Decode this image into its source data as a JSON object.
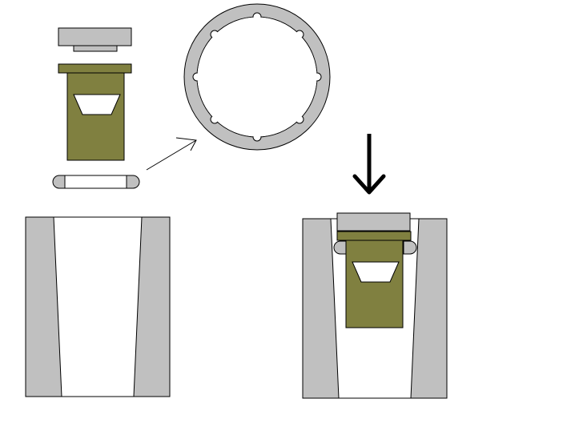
{
  "colors": {
    "background": "#ffffff",
    "gray": "#c0c0c0",
    "olive": "#808040",
    "outline": "#000000",
    "white": "#ffffff"
  },
  "parts": {
    "cap": "cap-plate",
    "spacer": "olive-spacer",
    "plug": "olive-plug",
    "window": "trapezoid-window",
    "seal": "seal-strip"
  },
  "ring": {
    "notch_count": 8
  },
  "arrows": [
    {
      "name": "detail-arrow",
      "kind": "open-head"
    },
    {
      "name": "insert-arrow",
      "kind": "down"
    }
  ],
  "sockets": [
    {
      "name": "tapered-socket-empty"
    },
    {
      "name": "tapered-socket-assembled"
    }
  ]
}
